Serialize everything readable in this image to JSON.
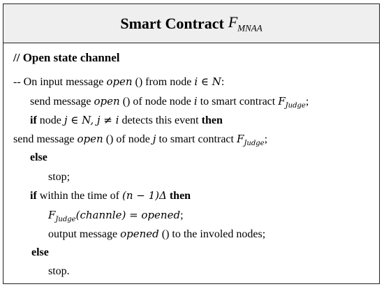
{
  "header": {
    "title": "Smart Contract",
    "symbol_base": "F",
    "symbol_sub": "MNAA"
  },
  "lines": {
    "comment": "// Open state channel",
    "l1_pre": "-- On input message ",
    "l1_open": "open",
    "l1_mid": " () from node ",
    "l1_math": "i ∈ N",
    "l1_end": ":",
    "l2_pre": "send message ",
    "l2_open": "open",
    "l2_mid": " () of node node ",
    "l2_i": "i",
    "l2_mid2": " to smart contract ",
    "l2_F": "F",
    "l2_sub": "Judge",
    "l2_end": ";",
    "l3_if": "if",
    "l3_mid": " node ",
    "l3_math": "j ∈ N, j ≠ i",
    "l3_mid2": " detects this event ",
    "l3_then": "then",
    "l4_pre": "send message ",
    "l4_open": "open",
    "l4_mid": " () of  node ",
    "l4_j": "j",
    "l4_mid2": " to smart contract ",
    "l4_F": "F",
    "l4_sub": "Judge",
    "l4_end": ";",
    "l5_else": "else",
    "l6_stop": "stop;",
    "l7_if": "if",
    "l7_mid": " within the time of ",
    "l7_math": "(n − 1)Δ",
    "l7_then": " then",
    "l8_F": "F",
    "l8_sub": "Judge",
    "l8_rest": "(channle) = opened",
    "l8_end": ";",
    "l9_pre": "output message ",
    "l9_opened": "opened",
    "l9_end": " () to the involed nodes;",
    "l10_else": "else",
    "l11_stop": "stop."
  }
}
